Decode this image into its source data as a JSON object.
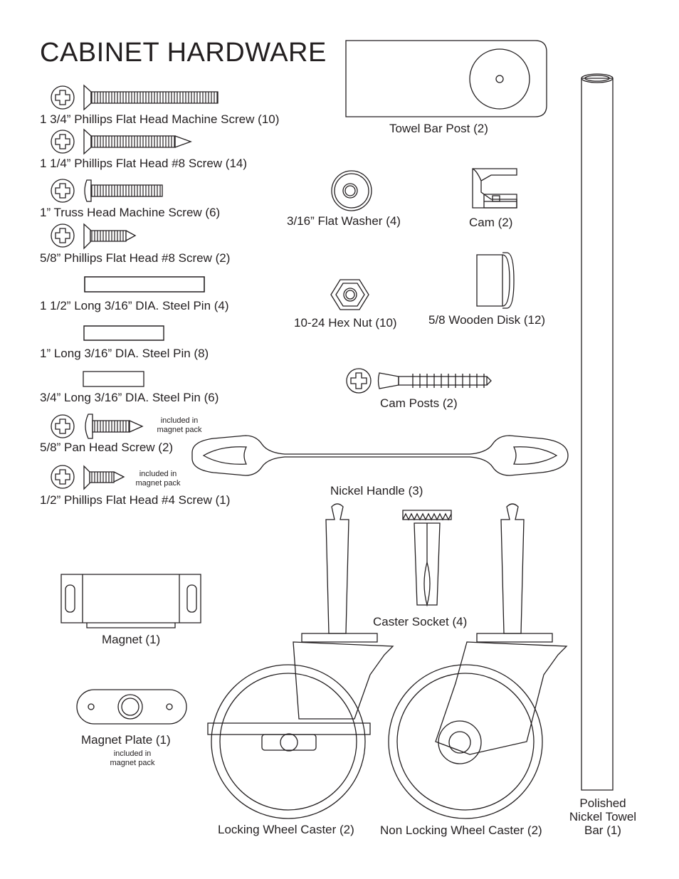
{
  "title": "CABINET HARDWARE",
  "parts": {
    "screw_machine_134": "1 3/4” Phillips Flat Head Machine Screw (10)",
    "screw_8_114": "1 1/4” Phillips Flat Head #8 Screw (14)",
    "screw_truss_1": "1” Truss Head Machine Screw (6)",
    "screw_8_58": "5/8” Phillips Flat Head #8 Screw (2)",
    "pin_112": "1 1/2” Long 3/16” DIA. Steel Pin (4)",
    "pin_1": "1” Long 3/16” DIA. Steel Pin (8)",
    "pin_34": "3/4” Long 3/16” DIA. Steel Pin (6)",
    "screw_pan_58": "5/8” Pan Head Screw (2)",
    "screw_4_12": "1/2” Phillips Flat Head #4 Screw (1)",
    "towel_bar_post": "Towel Bar Post (2)",
    "flat_washer": "3/16” Flat Washer (4)",
    "cam": "Cam (2)",
    "hex_nut": "10-24 Hex Nut (10)",
    "wooden_disk": "5/8 Wooden Disk (12)",
    "cam_posts": "Cam Posts (2)",
    "nickel_handle": "Nickel Handle (3)",
    "caster_socket": "Caster Socket (4)",
    "magnet": "Magnet (1)",
    "magnet_plate": "Magnet Plate (1)",
    "locking_caster": "Locking Wheel Caster (2)",
    "non_locking_caster": "Non Locking Wheel Caster (2)",
    "towel_bar_line1": "Polished",
    "towel_bar_line2": "Nickel Towel",
    "towel_bar_line3": "Bar (1)"
  },
  "notes": {
    "magnet_pack_line1": "included in",
    "magnet_pack_line2": "magnet pack"
  }
}
